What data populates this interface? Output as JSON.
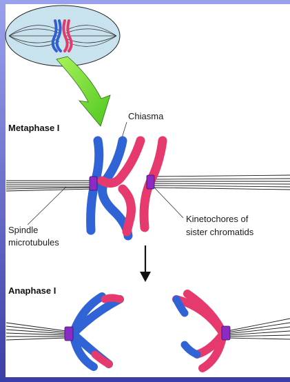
{
  "labels": {
    "metaphase": "Metaphase I",
    "anaphase": "Anaphase I",
    "chiasma": "Chiasma",
    "spindle_line1": "Spindle",
    "spindle_line2": "microtubules",
    "kineto_line1": "Kinetochores of",
    "kineto_line2": "sister chromatids"
  },
  "colors": {
    "frame_gradient_top": "#8e95e6",
    "frame_gradient_bottom": "#3c3fa8",
    "blue_chromatid": "#2f63d6",
    "red_chromatid": "#e63a6e",
    "kinetochore": "#8a2cc4",
    "arrow_green": "#7ee43a",
    "cell_fill": "#c9e4ee"
  }
}
